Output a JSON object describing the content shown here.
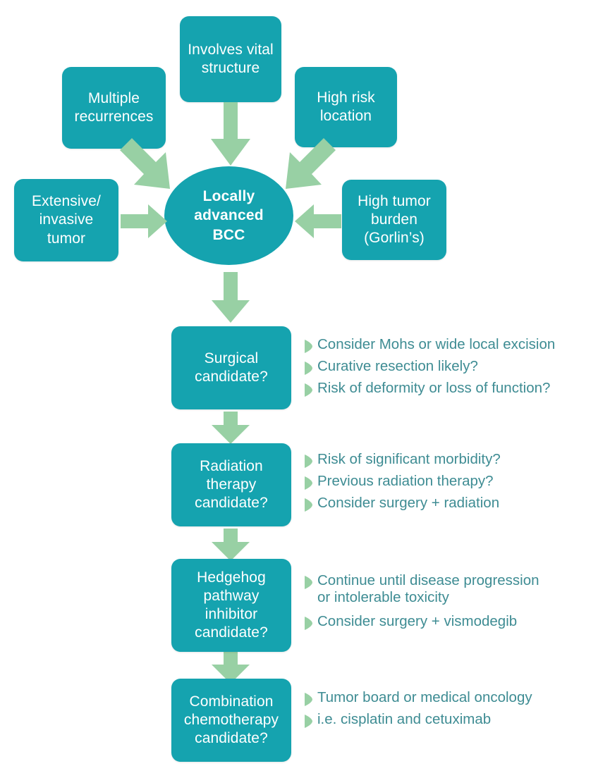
{
  "diagram": {
    "title": "Locally advanced BCC evaluation and treatment algorithm",
    "colors": {
      "node_fill": "#15a3af",
      "node_text": "#ffffff",
      "arrow_fill": "#98d0a4",
      "bullet_text": "#3e8c93",
      "background": "#ffffff"
    }
  },
  "center": {
    "label": "Locally\nadvanced\nBCC"
  },
  "risk_factors": [
    {
      "id": "involves-vital-structure",
      "label": "Involves vital\nstructure"
    },
    {
      "id": "multiple-recurrences",
      "label": "Multiple\nrecurrences"
    },
    {
      "id": "high-risk-location",
      "label": "High risk\nlocation"
    },
    {
      "id": "extensive-invasive-tumor",
      "label": "Extensive/\ninvasive\ntumor"
    },
    {
      "id": "high-tumor-burden",
      "label": "High tumor\nburden\n(Gorlin’s)"
    }
  ],
  "steps": [
    {
      "id": "surgical-candidate",
      "label": "Surgical\ncandidate?",
      "bullets": [
        "Consider Mohs or wide local excision",
        "Curative resection likely?",
        "Risk of deformity or loss of function?"
      ]
    },
    {
      "id": "radiation-therapy-candidate",
      "label": "Radiation\ntherapy\ncandidate?",
      "bullets": [
        "Risk of significant morbidity?",
        "Previous radiation therapy?",
        "Consider surgery + radiation"
      ]
    },
    {
      "id": "hedgehog-pathway-inhibitor-candidate",
      "label": "Hedgehog\npathway\ninhibitor\ncandidate?",
      "bullets": [
        "Continue until disease progression\nor intolerable toxicity",
        "Consider surgery + vismodegib"
      ]
    },
    {
      "id": "combination-chemotherapy-candidate",
      "label": "Combination\nchemotherapy\ncandidate?",
      "bullets": [
        "Tumor board or medical oncology",
        "i.e. cisplatin and cetuximab"
      ]
    }
  ],
  "connectors": [
    {
      "id": "vital-structure-to-center",
      "icon": "arrow-down-icon"
    },
    {
      "id": "recurrences-to-center",
      "icon": "arrow-down-right-icon"
    },
    {
      "id": "high-risk-location-to-center",
      "icon": "arrow-down-left-icon"
    },
    {
      "id": "extensive-tumor-to-center",
      "icon": "arrow-right-icon"
    },
    {
      "id": "tumor-burden-to-center",
      "icon": "arrow-left-icon"
    },
    {
      "id": "center-to-surgical",
      "icon": "arrow-down-icon"
    },
    {
      "id": "surgical-to-radiation",
      "icon": "arrow-down-icon"
    },
    {
      "id": "radiation-to-hedgehog",
      "icon": "arrow-down-icon"
    },
    {
      "id": "hedgehog-to-chemotherapy",
      "icon": "arrow-down-icon"
    }
  ]
}
